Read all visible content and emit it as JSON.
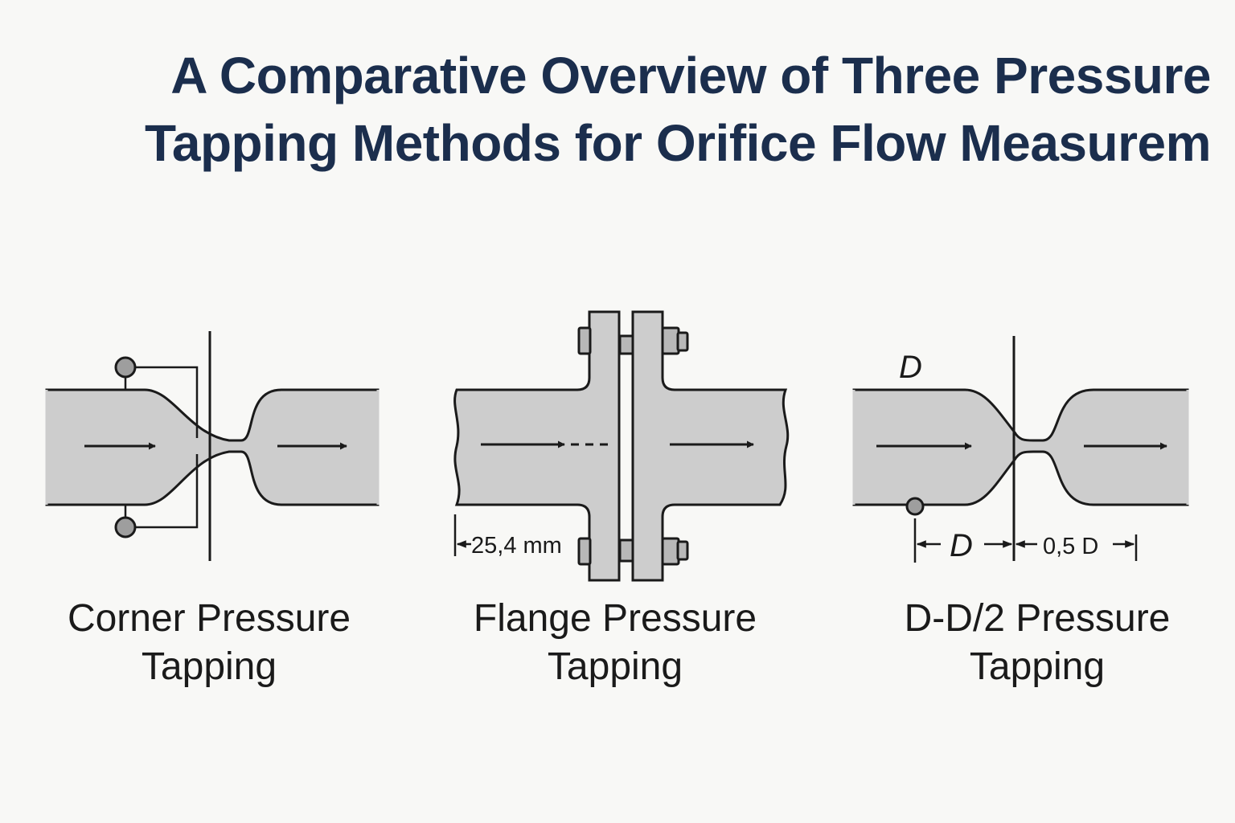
{
  "title": {
    "line1": "A Comparative Overview of Three Pressure",
    "line2": "Tapping Methods for Orifice Flow Measurem"
  },
  "methods": [
    {
      "name": "corner",
      "caption_line1": "Corner Pressure",
      "caption_line2": "Tapping"
    },
    {
      "name": "flange",
      "caption_line1": "Flange Pressure",
      "caption_line2": "Tapping",
      "dimension_label": "25,4 mm"
    },
    {
      "name": "d-d2",
      "caption_line1": "D-D/2 Pressure",
      "caption_line2": "Tapping",
      "diameter_label": "D",
      "upstream_label": "D",
      "downstream_label": "0,5 D"
    }
  ],
  "colors": {
    "title": "#1b2e4d",
    "pipe_fill": "#cdcdcd",
    "tap_fill": "#9e9e9e",
    "background": "#f8f8f6"
  }
}
